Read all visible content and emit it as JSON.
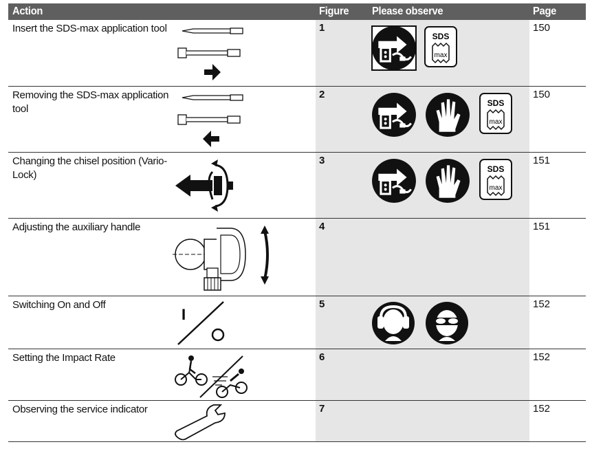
{
  "header": {
    "action": "Action",
    "figure": "Figure",
    "please_observe": "Please observe",
    "page": "Page"
  },
  "rows": [
    {
      "action": "Insert the SDS-max application tool",
      "figure": "1",
      "page": "150",
      "observe_icons": [
        "disconnect-plug-icon",
        "sds-max-icon"
      ]
    },
    {
      "action": "Removing the SDS-max application tool",
      "figure": "2",
      "page": "150",
      "observe_icons": [
        "disconnect-plug-icon",
        "protective-gloves-icon",
        "sds-max-icon"
      ]
    },
    {
      "action": "Changing the chisel position (Vario-Lock)",
      "figure": "3",
      "page": "151",
      "observe_icons": [
        "disconnect-plug-icon",
        "protective-gloves-icon",
        "sds-max-icon"
      ]
    },
    {
      "action": "Adjusting the auxiliary handle",
      "figure": "4",
      "page": "151",
      "observe_icons": []
    },
    {
      "action": "Switching On and Off",
      "figure": "5",
      "page": "152",
      "observe_icons": [
        "ear-protection-icon",
        "eye-protection-icon"
      ]
    },
    {
      "action": "Setting the Impact Rate",
      "figure": "6",
      "page": "152",
      "observe_icons": []
    },
    {
      "action": "Observing the service indicator",
      "figure": "7",
      "page": "152",
      "observe_icons": []
    }
  ],
  "symbols": {
    "sds_top": "SDS",
    "sds_bottom": "max",
    "switch_on": "I"
  }
}
